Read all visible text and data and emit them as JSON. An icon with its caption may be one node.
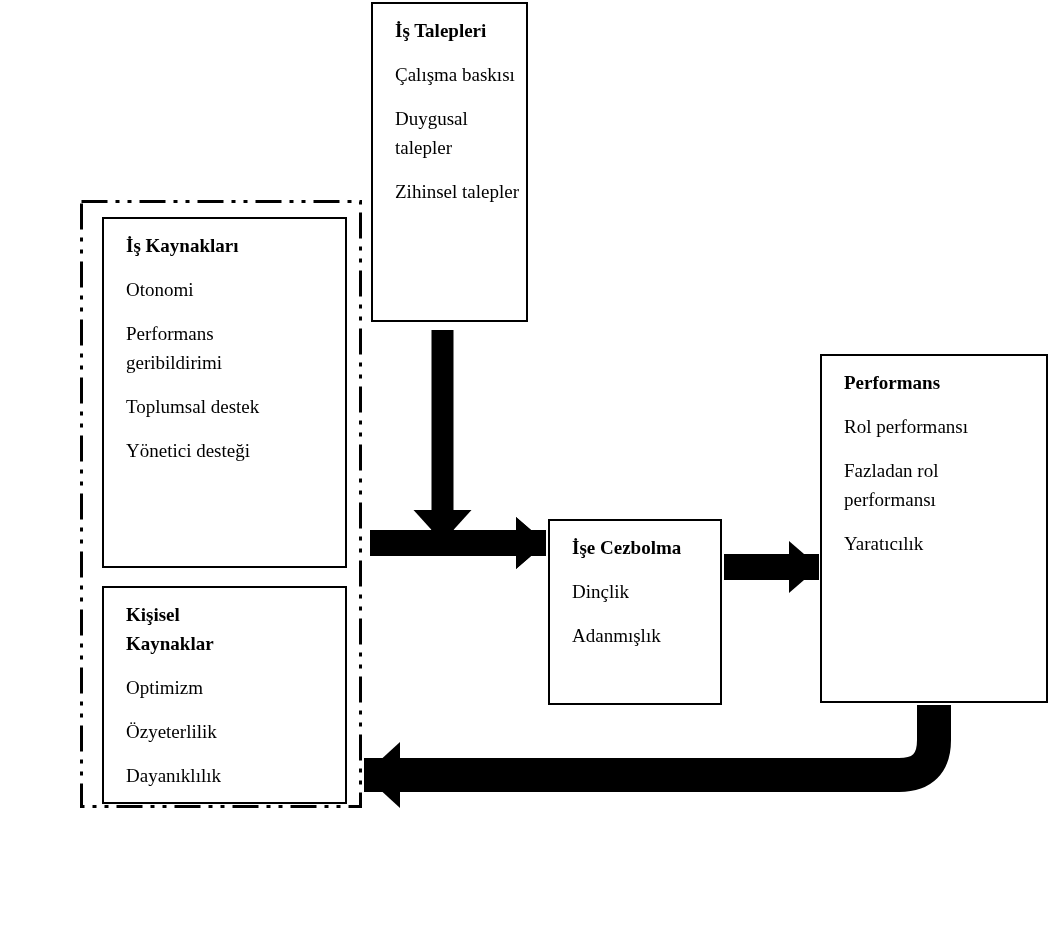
{
  "diagram": {
    "nodes": [
      {
        "text": [],
        "shape": "box"
      },
      {
        "text": [
          "İş Kaynakları",
          "Otonomi",
          "Performans geribildirimi",
          "Toplumsal destek",
          "Yönetici desteği"
        ],
        "in": 0
      },
      {
        "text": [
          "Kişisel Kaynaklar",
          "Optimizm",
          "Özyeterlilik",
          "Dayanıklılık"
        ],
        "in": 0
      },
      {
        "text": [
          "İş Talepleri",
          "Çalışma baskısı",
          "Duygusal talepler",
          "Zihinsel talepler"
        ]
      },
      {
        "text": [
          "İşe Cezbolma",
          "Dinçlik",
          "Adanmışlık"
        ]
      },
      {
        "text": [
          "Performans",
          "Rol performansı",
          "Fazladan rol performansı",
          "Yaratıcılık"
        ]
      }
    ],
    "edges": [
      {
        "from": 3,
        "to": 4,
        "arrow": "to"
      },
      {
        "from": 0,
        "to": 4,
        "arrow": "to"
      },
      {
        "from": 4,
        "to": 5,
        "arrow": "to"
      },
      {
        "from": 5,
        "to": 0,
        "arrow": "to"
      }
    ]
  }
}
